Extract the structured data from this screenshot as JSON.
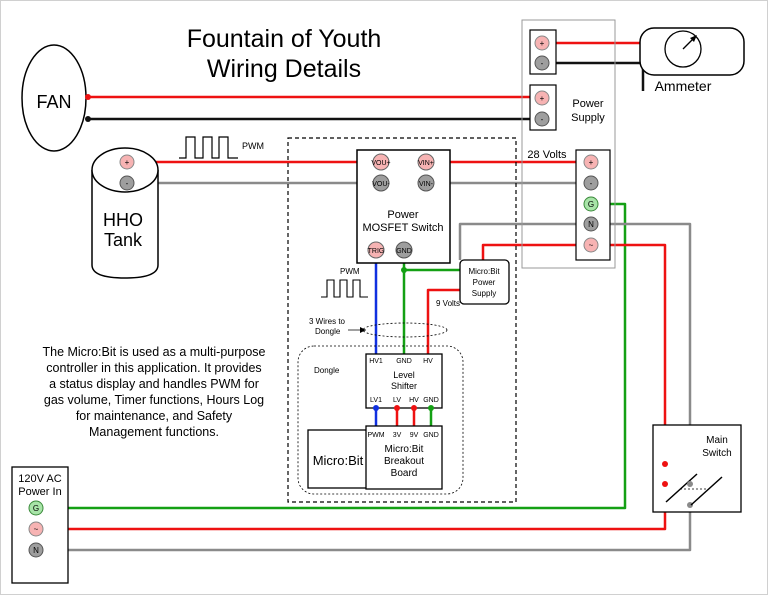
{
  "title_line1": "Fountain of Youth",
  "title_line2": "Wiring Details",
  "fan": "FAN",
  "hho_line1": "HHO",
  "hho_line2": "Tank",
  "ammeter": "Ammeter",
  "power_supply_line1": "Power",
  "power_supply_line2": "Supply",
  "volts_28": "28 Volts",
  "pwm": "PWM",
  "mosfet_line1": "Power",
  "mosfet_line2": "MOSFET Switch",
  "mosfet_pins": {
    "vou_plus": "VOU+",
    "vou_minus": "VOU-",
    "vin_plus": "VIN+",
    "vin_minus": "VIN-",
    "trig": "TRIG",
    "gnd": "GND"
  },
  "microbit_psu": {
    "line1": "Micro:Bit",
    "line2": "Power",
    "line3": "Supply"
  },
  "volts_9": "9 Volts",
  "dongle_note_line1": "3 Wires to",
  "dongle_note_line2": "Dongle",
  "dongle": "Dongle",
  "level_shifter": {
    "line1": "Level",
    "line2": "Shifter",
    "top_pins": [
      "HV1",
      "GND",
      "HV"
    ],
    "bottom_pins": [
      "LV1",
      "LV",
      "HV",
      "GND"
    ]
  },
  "breakout": {
    "line1": "Micro:Bit",
    "line2": "Breakout",
    "line3": "Board",
    "pins": [
      "PWM",
      "3V",
      "9V",
      "GND"
    ]
  },
  "microbit": "Micro:Bit",
  "description": [
    "The Micro:Bit is used as a multi-purpose",
    "controller in this application. It provides",
    "a status display and handles PWM for",
    "gas volume, Timer functions, Hours Log",
    "for maintenance, and Safety",
    "Management functions."
  ],
  "ac_in_line1": "120V AC",
  "ac_in_line2": "Power In",
  "main_switch_line1": "Main",
  "main_switch_line2": "Switch",
  "terminals": {
    "plus": "+",
    "minus": "-",
    "ground": "G",
    "neutral": "N",
    "hot": "~"
  },
  "colors": {
    "red": "#ee1111",
    "black": "#111111",
    "grey": "#8a8a8a",
    "green": "#14a014",
    "blue": "#1030e0",
    "terminal_red": "#f7b3b3",
    "terminal_grey": "#9e9e9e",
    "terminal_green": "#a8e4a8"
  }
}
